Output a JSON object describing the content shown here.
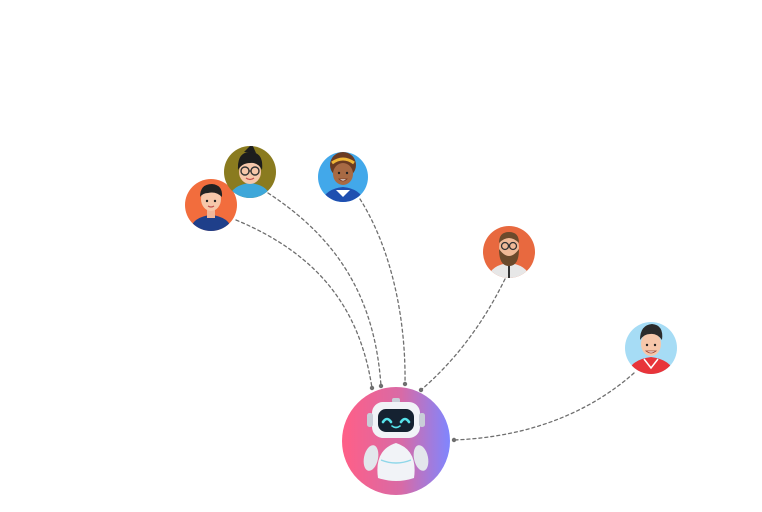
{
  "diagram": {
    "hub": {
      "icon": "robot-icon",
      "gradient": [
        "#ff5f87",
        "#7f86ff"
      ]
    },
    "nodes": [
      {
        "id": "user-orange-hoodie",
        "icon": "user-avatar-icon",
        "bg": "#f26d3d"
      },
      {
        "id": "user-glasses-boy",
        "icon": "user-avatar-icon",
        "bg": "#8a7b1f"
      },
      {
        "id": "user-curly-woman",
        "icon": "user-avatar-icon",
        "bg": "#42a8ea"
      },
      {
        "id": "user-bearded-man",
        "icon": "user-avatar-icon",
        "bg": "#e8693f"
      },
      {
        "id": "user-red-hoodie",
        "icon": "user-avatar-icon",
        "bg": "#a6dcf5"
      }
    ],
    "edges": [
      {
        "from": "user-orange-hoodie",
        "to": "hub"
      },
      {
        "from": "user-glasses-boy",
        "to": "hub"
      },
      {
        "from": "user-curly-woman",
        "to": "hub"
      },
      {
        "from": "user-bearded-man",
        "to": "hub"
      },
      {
        "from": "user-red-hoodie",
        "to": "hub"
      }
    ]
  }
}
